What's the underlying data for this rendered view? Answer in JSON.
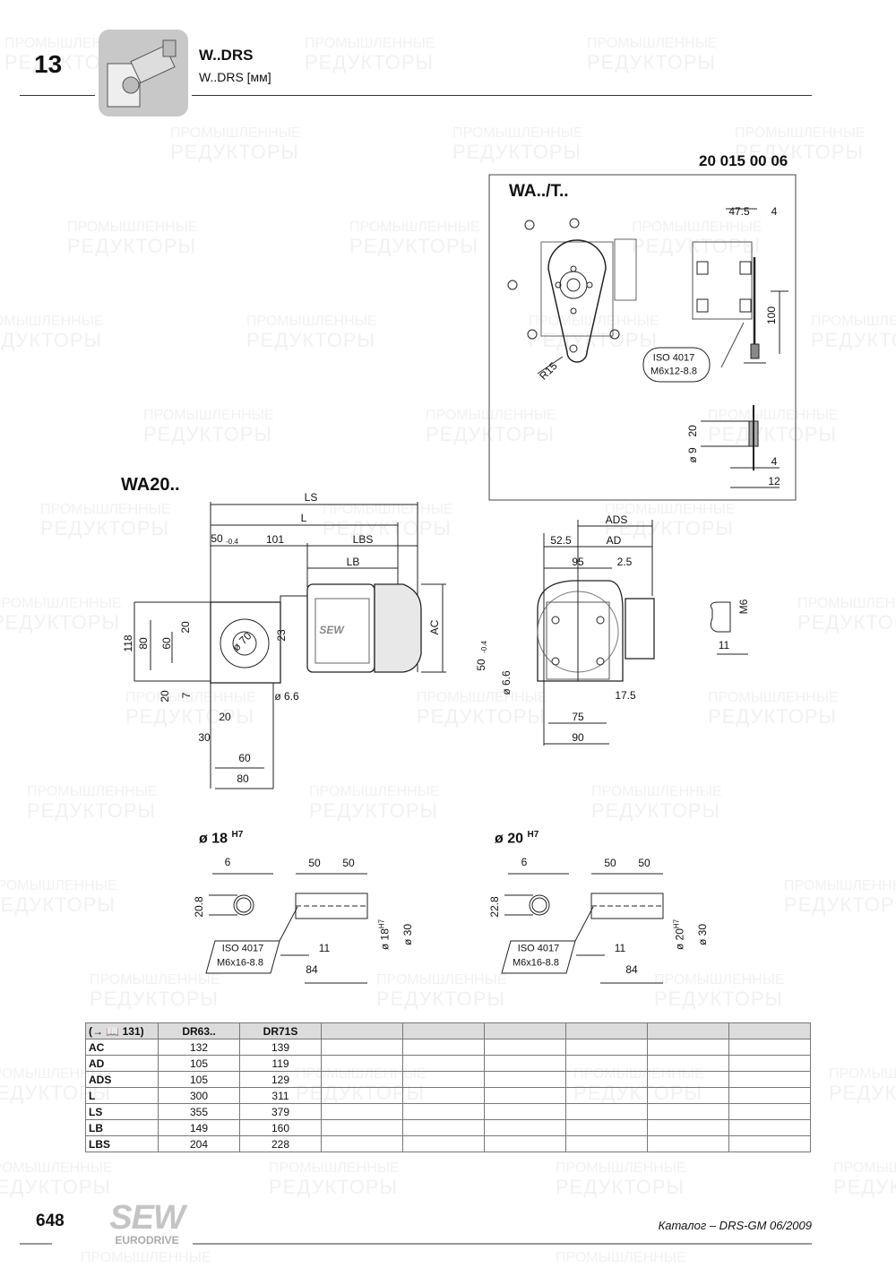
{
  "header": {
    "chapter": "13",
    "title": "W..DRS",
    "subtitle": "W..DRS [мм]"
  },
  "part_number": "20 015 00 06",
  "torque_arm": {
    "title": "WA../T..",
    "dim_47_5": "47.5",
    "dim_4_top": "4",
    "dim_100": "100",
    "radius": "R15",
    "bolt_std": "ISO 4017",
    "bolt_size": "M6x12-8.8",
    "dim_20": "20",
    "dim_d9": "ø 9",
    "dim_4_bottom": "4",
    "dim_12": "12"
  },
  "main_view": {
    "title": "WA20..",
    "LS": "LS",
    "L": "L",
    "dim_50": "50",
    "tol": "-0.4",
    "dim_101": "101",
    "LBS": "LBS",
    "LB": "LB",
    "AC": "AC",
    "dim_118": "118",
    "dim_80": "80",
    "dim_60": "60",
    "dim_20_a": "20",
    "dim_23": "23",
    "dim_d70": "ø 70",
    "dim_20_b": "20",
    "dim_7": "7",
    "dim_d6_6": "ø 6.6",
    "dim_20_c": "20",
    "dim_30": "30",
    "dim_60_b": "60",
    "dim_80_b": "80",
    "motor_logo": "SEW"
  },
  "side_view": {
    "ADS": "ADS",
    "AD": "AD",
    "dim_52_5": "52.5",
    "dim_95": "95",
    "dim_2_5": "2.5",
    "dim_50": "50",
    "tol": "-0.4",
    "dim_d6_6": "ø 6.6",
    "dim_17_5": "17.5",
    "dim_75": "75",
    "dim_90": "90",
    "M6": "M6",
    "dim_11": "11"
  },
  "shafts": [
    {
      "title": "ø 18",
      "fit": "H7",
      "dim_6": "6",
      "dim_50a": "50",
      "dim_50b": "50",
      "height": "20.8",
      "bolt_std": "ISO 4017",
      "bolt_size": "M6x16-8.8",
      "dim_11": "11",
      "dim_84": "84",
      "bore": "ø 18",
      "bore_fit": "H7",
      "outer": "ø 30"
    },
    {
      "title": "ø 20",
      "fit": "H7",
      "dim_6": "6",
      "dim_50a": "50",
      "dim_50b": "50",
      "height": "22.8",
      "bolt_std": "ISO 4017",
      "bolt_size": "M6x16-8.8",
      "dim_11": "11",
      "dim_84": "84",
      "bore": "ø 20",
      "bore_fit": "H7",
      "outer": "ø 30"
    }
  ],
  "table": {
    "header": [
      "(→ 📖 131)",
      "DR63..",
      "DR71S",
      "",
      "",
      "",
      "",
      "",
      ""
    ],
    "rows": [
      [
        "AC",
        "132",
        "139"
      ],
      [
        "AD",
        "105",
        "119"
      ],
      [
        "ADS",
        "105",
        "129"
      ],
      [
        "L",
        "300",
        "311"
      ],
      [
        "LS",
        "355",
        "379"
      ],
      [
        "LB",
        "149",
        "160"
      ],
      [
        "LBS",
        "204",
        "228"
      ]
    ]
  },
  "footer": {
    "page": "648",
    "catalog": "Каталог – DRS-GM 06/2009",
    "logo_top": "SEW",
    "logo_bottom": "EURODRIVE"
  },
  "watermark": "ПРОМЫШЛЕННЫЕ РЕДУКТОРЫ"
}
